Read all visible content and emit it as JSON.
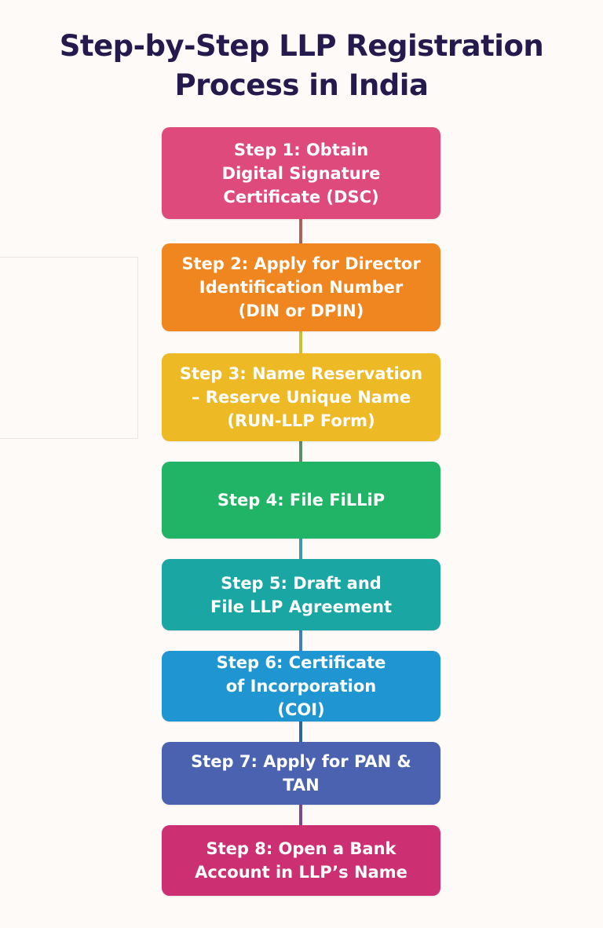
{
  "title": {
    "line1": "Step-by-Step LLP Registration",
    "line2": "Process in India"
  },
  "colors": {
    "title": "#241a4e",
    "background": "#fdfaf8",
    "step1": "#df4a7d",
    "step2": "#f0861f",
    "step3": "#edb925",
    "step4": "#22b466",
    "step5": "#1aa6a2",
    "step6": "#1f95d2",
    "step7": "#4a62b0",
    "step8": "#cc2f72"
  },
  "steps": [
    {
      "label": "Step 1: Obtain Digital Signature Certificate (DSC)"
    },
    {
      "label": "Step 2: Apply for Director Identification Number (DIN or DPIN)"
    },
    {
      "label": "Step 3: Name Reservation – Reserve Unique Name (RUN-LLP Form)"
    },
    {
      "label": "Step 4: File FiLLiP"
    },
    {
      "label": "Step 5: Draft and File LLP Agreement"
    },
    {
      "label": "Step 6: Certificate of Incorporation (COI)"
    },
    {
      "label": "Step 7: Apply for PAN & TAN"
    },
    {
      "label": "Step 8: Open a Bank Account in LLP’s Name"
    }
  ]
}
